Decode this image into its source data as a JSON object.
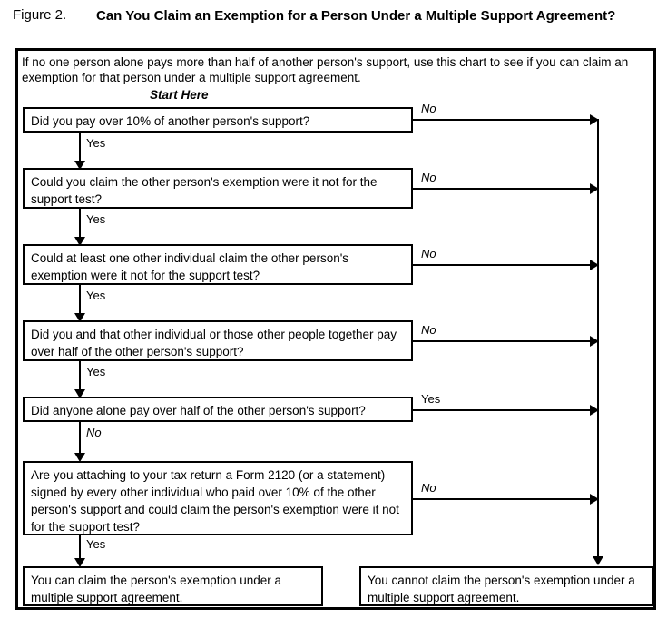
{
  "figure": {
    "label": "Figure 2.",
    "heading": "Can You Claim an Exemption for a Person Under a Multiple Support Agreement?"
  },
  "intro": "If no one person alone pays more than half of another person's support, use this chart to see if you can claim an exemption for that person under a multiple support agreement.",
  "start_here": "Start Here",
  "nodes": [
    {
      "id": "q1",
      "text": "Did you pay over 10% of another person's support?",
      "down_label": "Yes",
      "right_label": "No"
    },
    {
      "id": "q2",
      "text": "Could you claim the other person's exemption were it not for the support test?",
      "down_label": "Yes",
      "right_label": "No"
    },
    {
      "id": "q3",
      "text": "Could at least one other individual claim the other person's exemption were it not for the support test?",
      "down_label": "Yes",
      "right_label": "No"
    },
    {
      "id": "q4",
      "text": "Did you and that other individual or those other people together pay over half of the other person's support?",
      "down_label": "Yes",
      "right_label": "No"
    },
    {
      "id": "q5",
      "text": "Did anyone alone pay over half of the other person's support?",
      "down_label": "No",
      "right_label": "Yes"
    },
    {
      "id": "q6",
      "text": "Are you attaching to your tax return a Form 2120 (or a statement) signed by every other individual who paid over 10% of the other person's support and could claim the person's exemption were it not for the support test?",
      "down_label": "Yes",
      "right_label": "No"
    }
  ],
  "outcomes": {
    "yes": "You can claim the person's exemption under a multiple support agreement.",
    "no": "You cannot claim the person's exemption under a multiple support agreement."
  },
  "colors": {
    "ink": "#000000",
    "paper": "#ffffff"
  }
}
